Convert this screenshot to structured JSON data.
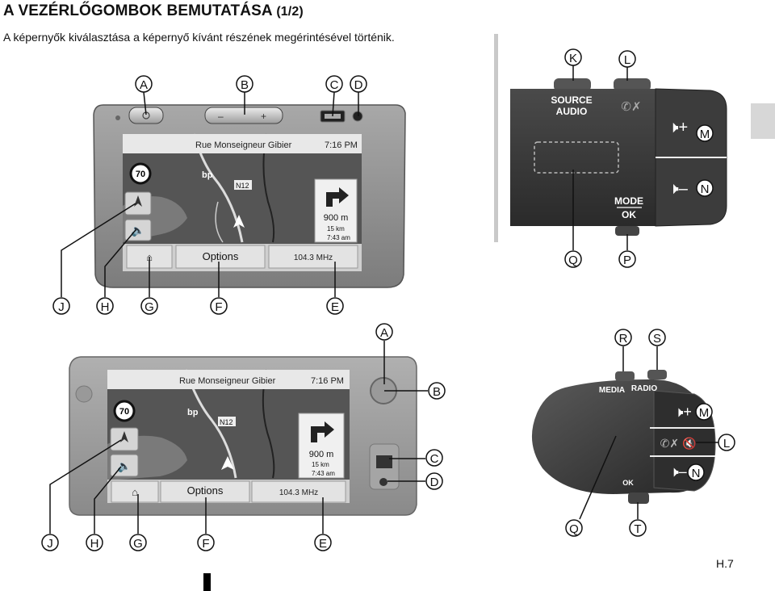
{
  "header": {
    "title": "A VEZÉRLŐGOMBOK BEMUTATÁSA",
    "part": "(1/2)",
    "subtitle": "A képernyők kiválasztása a képernyő kívánt részének megérintésével történik."
  },
  "screen": {
    "street": "Rue Monseigneur Gibier",
    "time": "7:16 PM",
    "speed_limit": "70",
    "road": "N12",
    "poi": "bp",
    "turn_distance": "900 m",
    "remaining_distance": "15 km",
    "eta": "7:43 am",
    "options_label": "Options",
    "radio_freq": "104.3 MHz"
  },
  "top_unit": {
    "volume_minus": "–",
    "volume_plus": "+"
  },
  "stalk_top": {
    "source_line1": "SOURCE",
    "source_line2": "AUDIO",
    "mode_line1": "MODE",
    "mode_line2": "OK"
  },
  "stalk_bottom": {
    "media": "MEDIA",
    "radio": "RADIO",
    "ok": "OK"
  },
  "callouts": {
    "top_unit": [
      "A",
      "B",
      "C",
      "D",
      "J",
      "H",
      "G",
      "F",
      "E"
    ],
    "top_stalk": [
      "K",
      "L",
      "M",
      "N",
      "Q",
      "P"
    ],
    "bottom_unit": [
      "A",
      "B",
      "C",
      "D",
      "J",
      "H",
      "G",
      "F",
      "E"
    ],
    "bottom_stalk": [
      "R",
      "S",
      "M",
      "L",
      "N",
      "Q",
      "T"
    ]
  },
  "footer": {
    "page_number": "H.7"
  }
}
